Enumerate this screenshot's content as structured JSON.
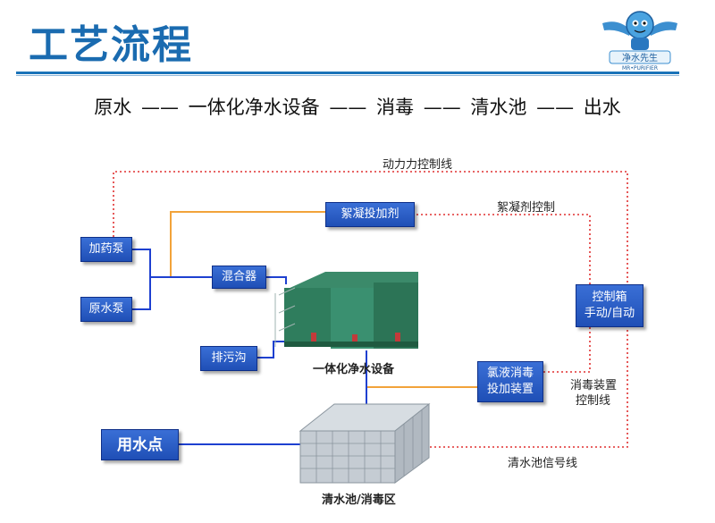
{
  "title": "工艺流程",
  "logo": {
    "text": "净水先生",
    "subtext": "MR•PURIFIER"
  },
  "flow_steps": [
    "原水",
    "一体化净水设备",
    "消毒",
    "清水池",
    "出水"
  ],
  "flow_separator": "——",
  "boxes": {
    "dosing_pump": "加药泵",
    "raw_pump": "原水泵",
    "mixer": "混合器",
    "flocculant": "絮凝投加剂",
    "drain": "排污沟",
    "chlorine_1": "氯液消毒",
    "chlorine_2": "投加装置",
    "control_1": "控制箱",
    "control_2": "手动/自动",
    "use_point": "用水点"
  },
  "labels": {
    "power_line": "动力力控制线",
    "floc_control": "絮凝剂控制",
    "disinfect_1": "消毒装置",
    "disinfect_2": "控制线",
    "tank_signal": "清水池信号线",
    "equipment": "一体化净水设备",
    "tank": "清水池/消毒区"
  },
  "colors": {
    "blue_line": "#1e40d0",
    "orange_line": "#f2a33a",
    "red_dotted": "#e03030",
    "title": "#1a6bb0"
  }
}
